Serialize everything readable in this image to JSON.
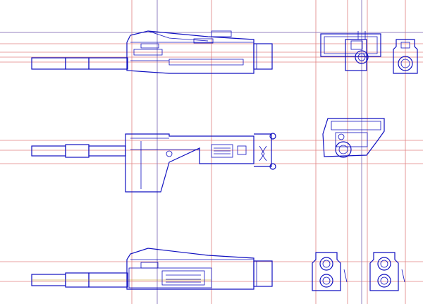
{
  "drawing": {
    "background": "#ffffff",
    "line_color": "#1010c0",
    "construction_line_color": "#e08080",
    "center_line_color": "#c09000"
  },
  "views": [
    {
      "id": "top-side-view",
      "icon": "gun-side-profile"
    },
    {
      "id": "top-end-view-left",
      "icon": "receiver-end-profile"
    },
    {
      "id": "top-end-view-right",
      "icon": "barrel-end-profile"
    },
    {
      "id": "middle-plan-view",
      "icon": "gun-plan-profile"
    },
    {
      "id": "middle-end-view",
      "icon": "receiver-end-profile"
    },
    {
      "id": "bottom-section-view",
      "icon": "gun-section-profile"
    },
    {
      "id": "bottom-end-view-left",
      "icon": "twin-bore-end-profile"
    },
    {
      "id": "bottom-end-view-right",
      "icon": "twin-bore-end-profile"
    }
  ]
}
